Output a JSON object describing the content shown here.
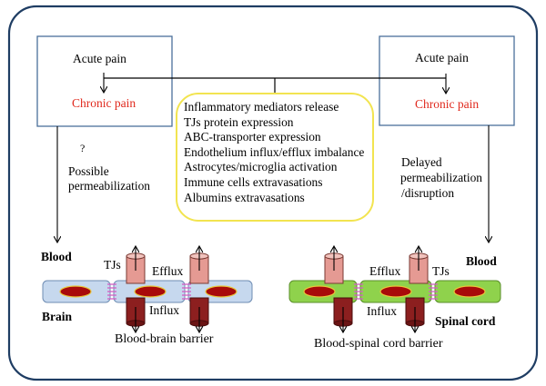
{
  "colors": {
    "chronic_pain_text": "#e0281c",
    "outer_frame": "#1f3d63",
    "pain_box_border": "#4a6f9a",
    "center_box_border": "#f2e450",
    "brain_barrier_fill": "#c6d8ee",
    "spinal_barrier_fill": "#8fd24c",
    "cell_nucleus": "#a80a0a",
    "nucleus_outline": "#e8c73a",
    "transporter_efflux": "#e59a93",
    "transporter_influx": "#8c1f1f",
    "tight_junction": "#d25fc4"
  },
  "left_pain_box": {
    "acute": "Acute pain",
    "chronic": "Chronic pain"
  },
  "right_pain_box": {
    "acute": "Acute pain",
    "chronic": "Chronic pain"
  },
  "center_box": {
    "items": [
      "Inflammatory mediators release",
      "TJs protein expression",
      "ABC-transporter expression",
      "Endothelium influx/efflux imbalance",
      "Astrocytes/microglia activation",
      "Immune cells extravasations",
      "Albumins extravasations"
    ]
  },
  "left_annotation": {
    "question_mark": "?",
    "line1": "Possible",
    "line2": "permeabilization"
  },
  "right_annotation": {
    "line1": "Delayed",
    "line2": "permeabilization",
    "line3": "/disruption"
  },
  "brain_barrier": {
    "top_side": "Blood",
    "bottom_side": "Brain",
    "tj_label": "TJs",
    "efflux_label": "Efflux",
    "influx_label": "Influx",
    "caption": "Blood-brain barrier"
  },
  "spinal_barrier": {
    "top_side": "Blood",
    "bottom_side": "Spinal cord",
    "tj_label": "TJs",
    "efflux_label": "Efflux",
    "influx_label": "Influx",
    "caption": "Blood-spinal cord barrier"
  }
}
